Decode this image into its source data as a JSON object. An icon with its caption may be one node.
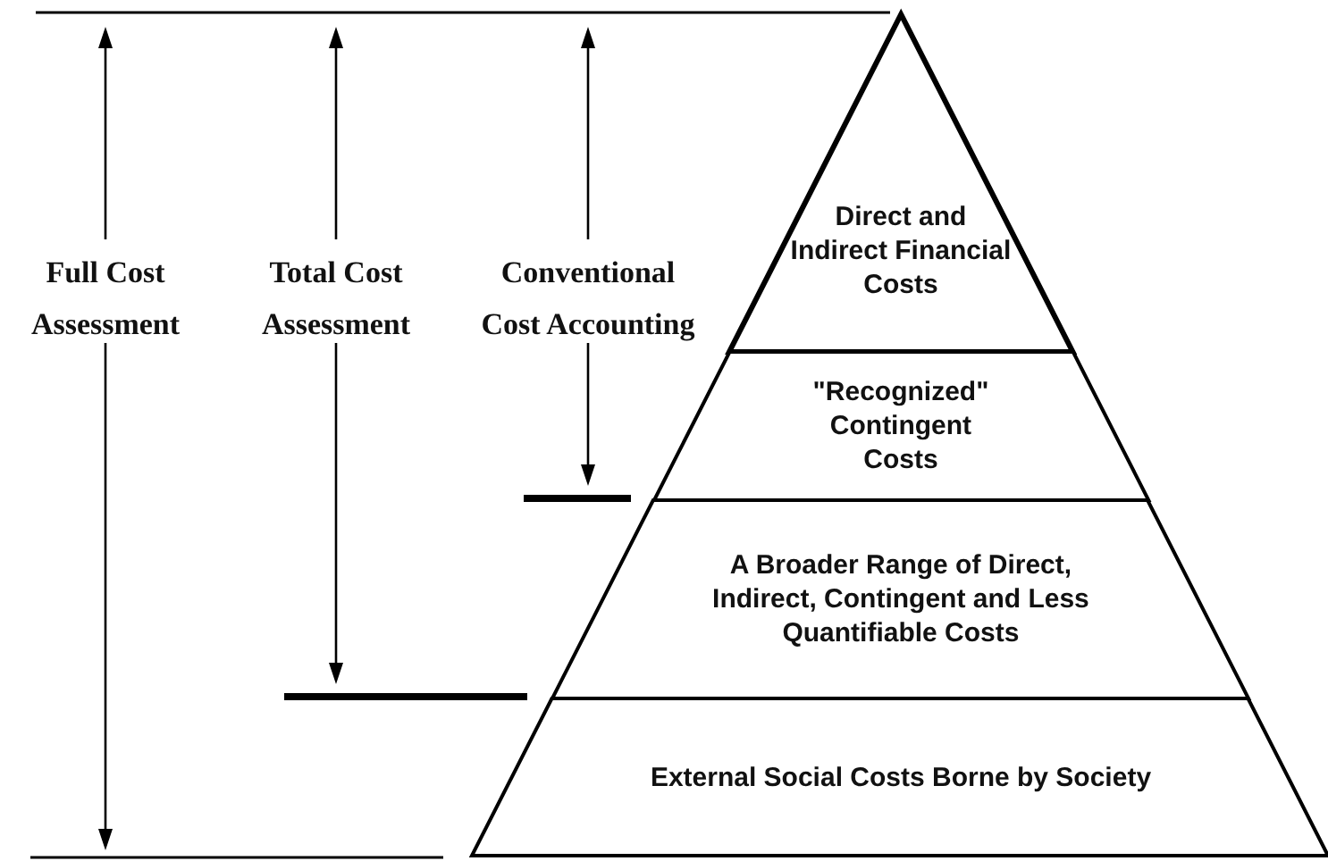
{
  "diagram": {
    "nodes": [
      {
        "text": [
          "Direct and Indirect Financial Costs"
        ]
      },
      {
        "text": [
          "\"Recognized\" Contingent Costs"
        ]
      },
      {
        "text": [
          "A Broader Range of Direct, Indirect, Contingent and Less Quantifiable Costs"
        ]
      },
      {
        "text": [
          "External Social Costs Borne by Society"
        ]
      }
    ],
    "labels": [
      "Full Cost Assessment",
      "Total Cost Assessment",
      "Conventional Cost Accounting"
    ]
  }
}
